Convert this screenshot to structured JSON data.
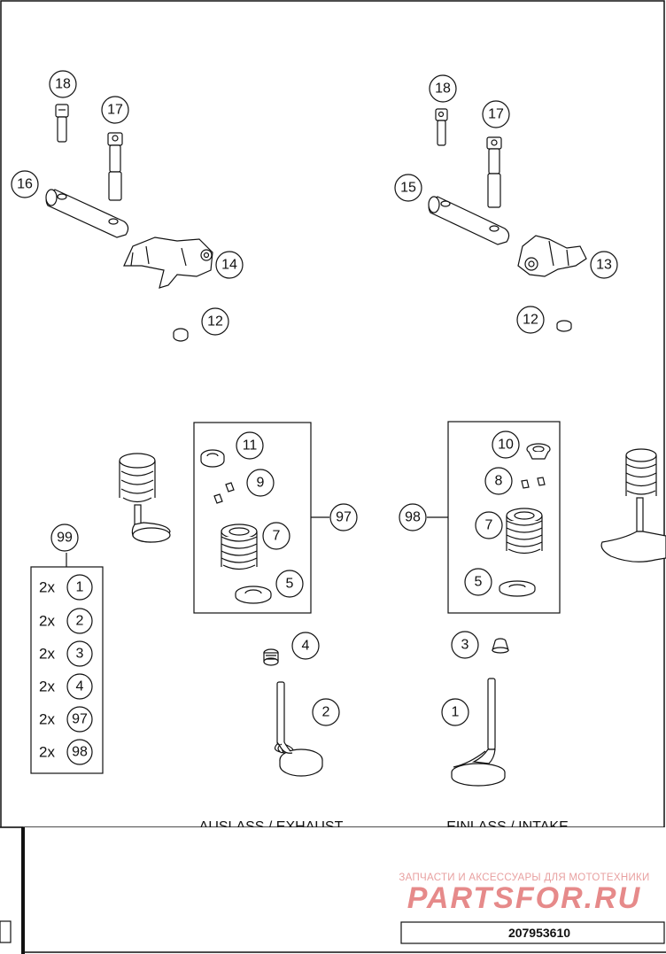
{
  "diagram": {
    "callouts": {
      "c18a": "18",
      "c17a": "17",
      "c16": "16",
      "c14": "14",
      "c12a": "12",
      "c18b": "18",
      "c17b": "17",
      "c15": "15",
      "c13": "13",
      "c12b": "12",
      "c11": "11",
      "c9": "9",
      "c7a": "7",
      "c5a": "5",
      "c97": "97",
      "c10": "10",
      "c8": "8",
      "c7b": "7",
      "c5b": "5",
      "c98": "98",
      "c99": "99",
      "c4": "4",
      "c3": "3",
      "c2": "2",
      "c1": "1"
    },
    "kit_list": {
      "rows": [
        {
          "qty": "2x",
          "part": "1"
        },
        {
          "qty": "2x",
          "part": "2"
        },
        {
          "qty": "2x",
          "part": "3"
        },
        {
          "qty": "2x",
          "part": "4"
        },
        {
          "qty": "2x",
          "part": "97"
        },
        {
          "qty": "2x",
          "part": "98"
        }
      ]
    },
    "captions": {
      "exhaust": "AUSLASS / EXHAUST",
      "intake": "EINLASS / INTAKE"
    },
    "watermark": {
      "tagline": "ЗАПЧАСТИ И АКСЕССУАРЫ ДЛЯ МОТОТЕХНИКИ",
      "logo": "PARTSFOR.RU"
    },
    "reference_number": "207953610"
  }
}
